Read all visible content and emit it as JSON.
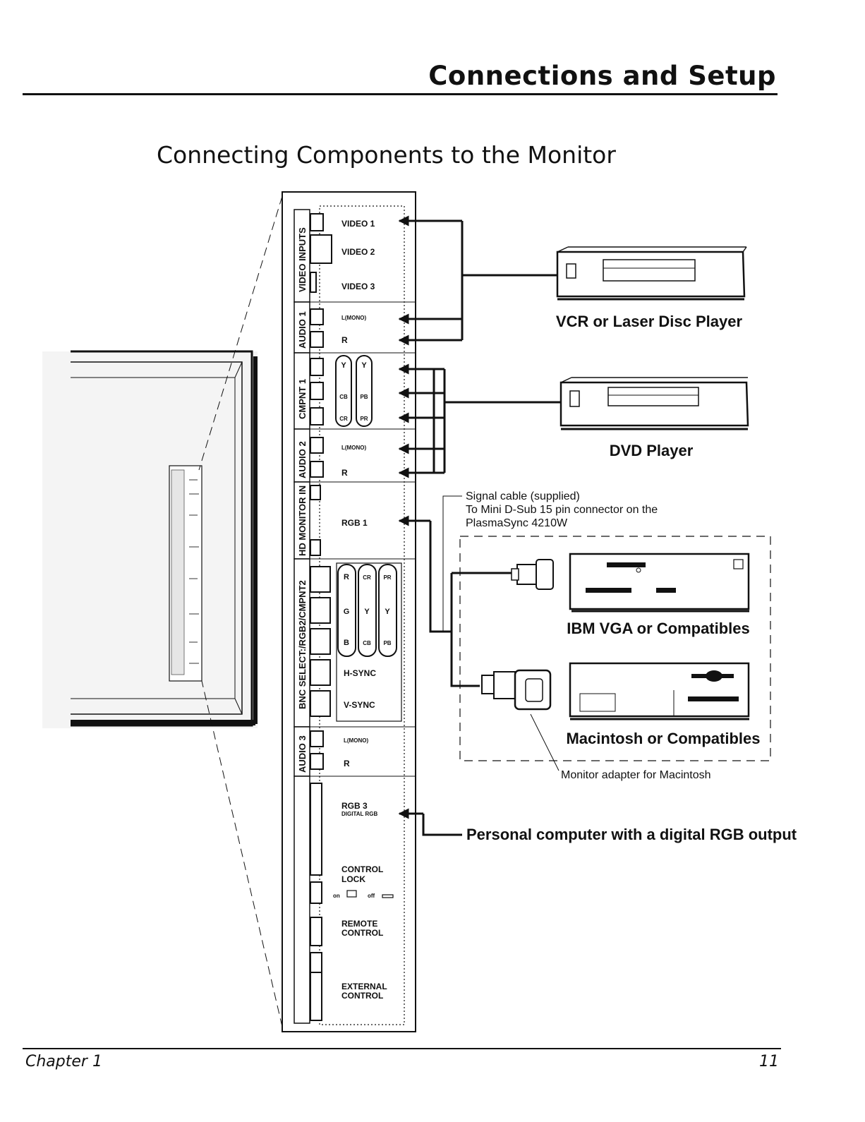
{
  "header": {
    "section_title": "Connections and Setup"
  },
  "page_heading": "Connecting Components to the Monitor",
  "panel": {
    "groups": [
      {
        "label": "VIDEO INPUTS"
      },
      {
        "label": "AUDIO 1"
      },
      {
        "label": "CMPNT 1"
      },
      {
        "label": "AUDIO 2"
      },
      {
        "label": "HD MONITOR IN"
      },
      {
        "label": "BNC SELECT:/RGB2/CMPNT2"
      },
      {
        "label": "AUDIO 3"
      }
    ],
    "ports": {
      "video1": "VIDEO 1",
      "video2": "VIDEO 2",
      "video3": "VIDEO 3",
      "audio1_l": "L(MONO)",
      "audio1_r": "R",
      "audio2_l": "L(MONO)",
      "audio2_r": "R",
      "rgb1": "RGB 1",
      "hsync": "H-SYNC",
      "vsync": "V-SYNC",
      "audio3_l": "L(MONO)",
      "audio3_r": "R",
      "rgb3": "RGB 3",
      "rgb3_sub": "DIGITAL RGB",
      "control_lock_1": "CONTROL",
      "control_lock_2": "LOCK",
      "lock_on": "on",
      "lock_off": "off",
      "remote_1": "REMOTE",
      "remote_2": "CONTROL",
      "external_1": "EXTERNAL",
      "external_2": "CONTROL"
    },
    "cmpnt1_oval_a": [
      "Y",
      "CB",
      "CR"
    ],
    "cmpnt1_oval_b": [
      "Y",
      "PB",
      "PR"
    ],
    "bnc_col_rgb": [
      "R",
      "G",
      "B"
    ],
    "bnc_col_c": [
      "CR",
      "Y",
      "CB"
    ],
    "bnc_col_p": [
      "PR",
      "Y",
      "PB"
    ]
  },
  "devices": {
    "vcr_label": "VCR or Laser Disc Player",
    "dvd_label": "DVD Player",
    "ibm_label": "IBM VGA or Compatibles",
    "mac_label": "Macintosh or Compatibles",
    "digital_pc_label": "Personal computer with a digital RGB output"
  },
  "notes": {
    "signal_cable_1": "Signal cable (supplied)",
    "signal_cable_2": "To Mini D-Sub 15 pin connector on the",
    "signal_cable_3": "PlasmaSync 4210W",
    "mac_adapter": "Monitor adapter for Macintosh"
  },
  "footer": {
    "chapter": "Chapter 1",
    "page_number": "11"
  }
}
